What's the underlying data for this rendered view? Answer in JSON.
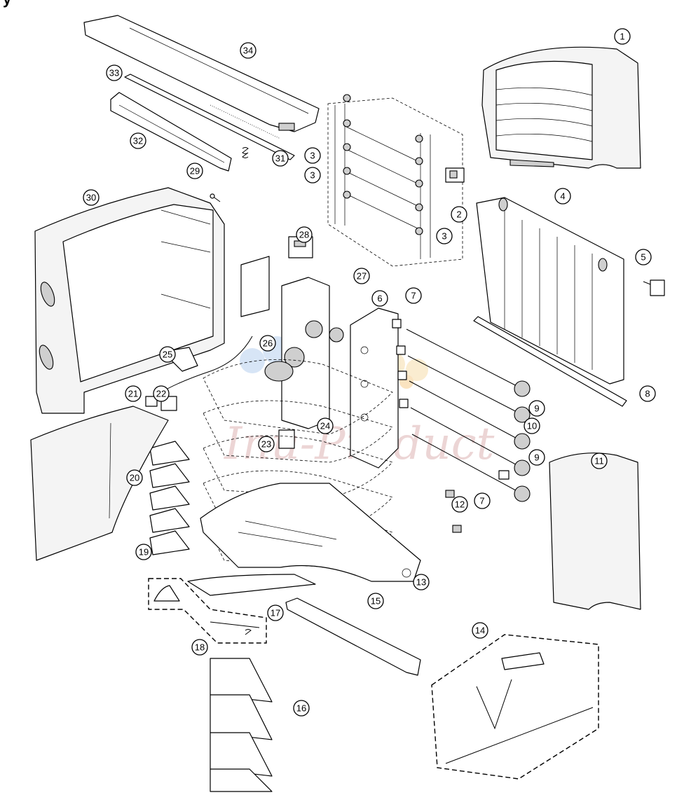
{
  "diagram": {
    "heading": "y",
    "watermark": "Inu-Product",
    "callouts": [
      "1",
      "2",
      "3",
      "3",
      "3",
      "4",
      "5",
      "6",
      "7",
      "7",
      "8",
      "9",
      "9",
      "10",
      "11",
      "12",
      "13",
      "14",
      "15",
      "16",
      "17",
      "18",
      "19",
      "20",
      "21",
      "22",
      "23",
      "24",
      "25",
      "26",
      "27",
      "28",
      "29",
      "30",
      "31",
      "32",
      "33",
      "34"
    ]
  }
}
